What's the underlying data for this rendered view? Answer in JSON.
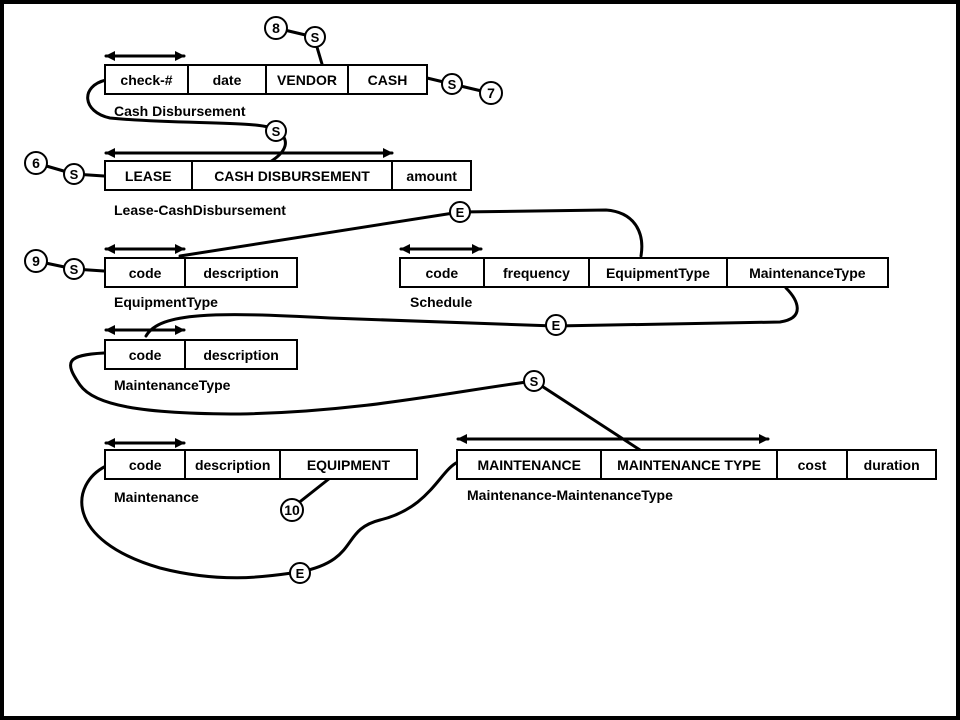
{
  "tables": {
    "cash_disbursement": {
      "columns": [
        "check-#",
        "date",
        "VENDOR",
        "CASH"
      ],
      "name": "Cash Disbursement"
    },
    "lease_cash_disbursement": {
      "columns": [
        "LEASE",
        "CASH DISBURSEMENT",
        "amount"
      ],
      "name": "Lease-CashDisbursement"
    },
    "equipment_type": {
      "columns": [
        "code",
        "description"
      ],
      "name": "EquipmentType"
    },
    "schedule": {
      "columns": [
        "code",
        "frequency",
        "EquipmentType",
        "MaintenanceType"
      ],
      "name": "Schedule"
    },
    "maintenance_type": {
      "columns": [
        "code",
        "description"
      ],
      "name": "MaintenanceType"
    },
    "maintenance": {
      "columns": [
        "code",
        "description",
        "EQUIPMENT"
      ],
      "name": "Maintenance"
    },
    "maintenance_maintenance_type": {
      "columns": [
        "MAINTENANCE",
        "MAINTENANCE TYPE",
        "cost",
        "duration"
      ],
      "name": "Maintenance-MaintenanceType"
    }
  },
  "markers": {
    "n8": "8",
    "s_vendor": "S",
    "s_cash": "S",
    "n7": "7",
    "s_lease_cd": "S",
    "n6": "6",
    "s_lease": "S",
    "e_schedule_equiptype": "E",
    "n9": "9",
    "s_equiptype": "S",
    "e_schedule_mainttype": "E",
    "s_mmt": "S",
    "n10": "10",
    "e_maintenance": "E"
  }
}
